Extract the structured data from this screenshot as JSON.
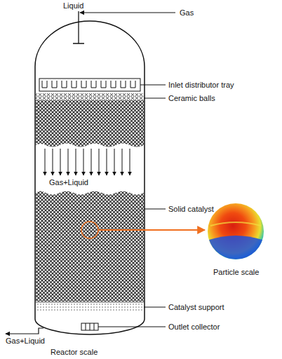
{
  "diagram": {
    "labels": [
      "Liquid",
      "Gas",
      "Inlet distributor tray",
      "Ceramic balls",
      "Gas+Liquid",
      "Solid catalyst",
      "Particle scale",
      "Catalyst support",
      "Outlet collector",
      "Gas+Liquid",
      "Reactor scale"
    ]
  }
}
